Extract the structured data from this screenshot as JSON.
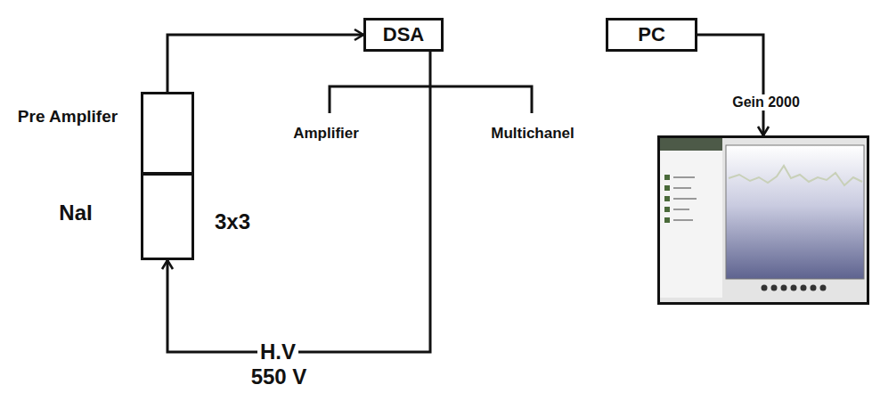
{
  "diagram": {
    "nodes": [
      {
        "text": [
          "Pre Amplifer"
        ]
      },
      {
        "text": [
          "NaI",
          "3x3"
        ]
      },
      {
        "text": [
          "DSA"
        ]
      },
      {
        "text": [
          "PC"
        ]
      },
      {
        "text": [
          "Gein 2000"
        ]
      }
    ],
    "edges": [
      {
        "from": 0,
        "to": 2,
        "arrow": "to"
      },
      {
        "from": 3,
        "to": 4,
        "arrow": "to"
      },
      {
        "from": 2,
        "to": 1,
        "arrow": "to",
        "label": "H.V"
      }
    ],
    "labels": [
      "Amplifier",
      "Multichanel",
      "550 V"
    ]
  }
}
